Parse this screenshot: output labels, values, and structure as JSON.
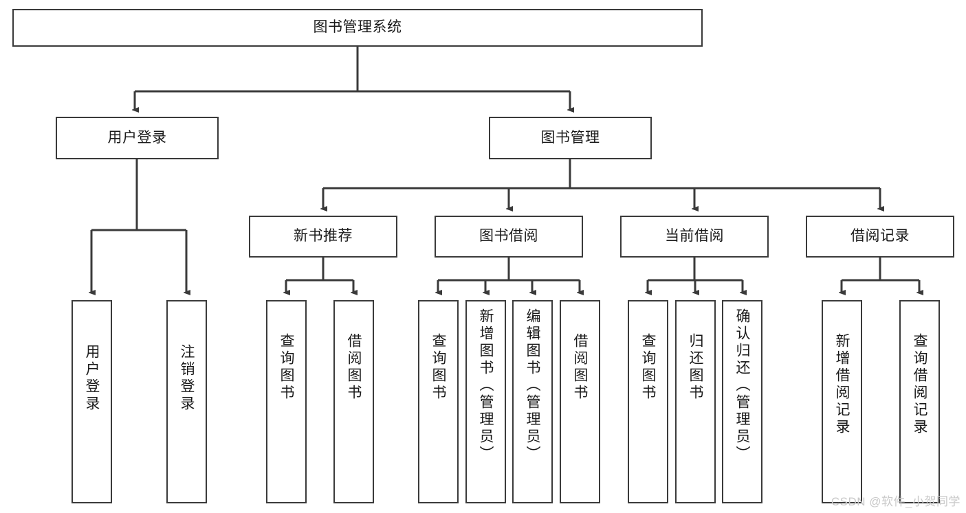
{
  "diagram": {
    "type": "tree",
    "title": "图书管理系统",
    "root": {
      "label": "图书管理系统"
    },
    "level2": [
      {
        "label": "用户登录"
      },
      {
        "label": "图书管理"
      }
    ],
    "level3": [
      {
        "label": "新书推荐"
      },
      {
        "label": "图书借阅"
      },
      {
        "label": "当前借阅"
      },
      {
        "label": "借阅记录"
      }
    ],
    "leaves": {
      "user_login": [
        {
          "label": "用户登录"
        },
        {
          "label": "注销登录"
        }
      ],
      "new_book_recommend": [
        {
          "label": "查询图书"
        },
        {
          "label": "借阅图书"
        }
      ],
      "book_borrow": [
        {
          "label": "查询图书"
        },
        {
          "label": "新增图书（管理员）"
        },
        {
          "label": "编辑图书（管理员）"
        },
        {
          "label": "借阅图书"
        }
      ],
      "current_borrow": [
        {
          "label": "查询图书"
        },
        {
          "label": "归还图书"
        },
        {
          "label": "确认归还（管理员）"
        }
      ],
      "borrow_records": [
        {
          "label": "新增借阅记录"
        },
        {
          "label": "查询借阅记录"
        }
      ]
    }
  },
  "watermark": {
    "text": "CSDN @软件_小贺同学"
  },
  "colors": {
    "border": "#3a3a3a",
    "background": "#ffffff",
    "text": "#1a1a1a",
    "watermark": "#c9c9c9"
  }
}
